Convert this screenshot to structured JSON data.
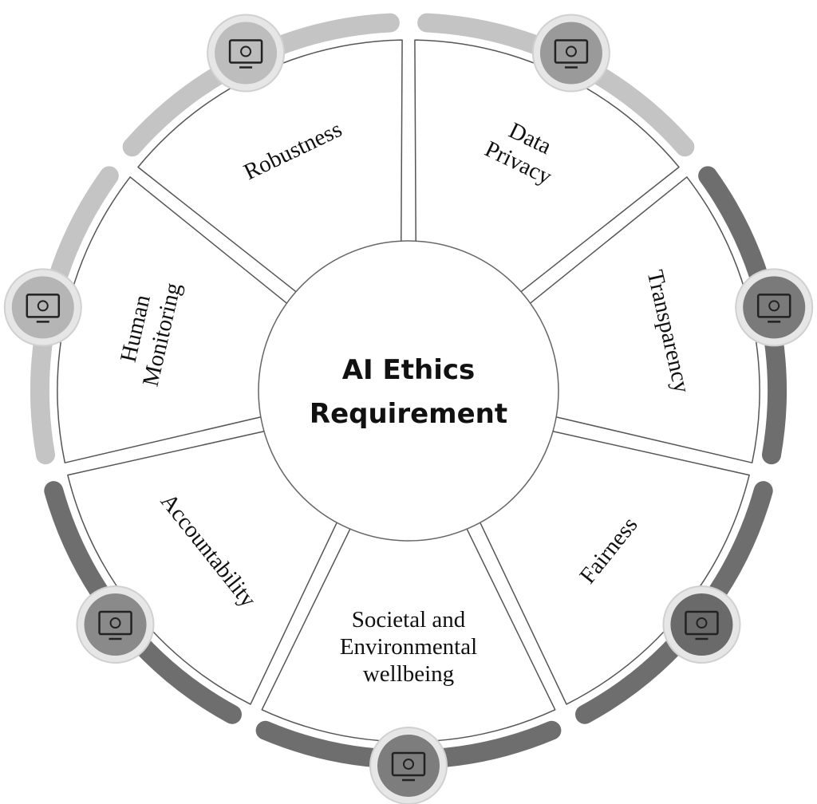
{
  "title": [
    "AI Ethics",
    "Requirement"
  ],
  "segments": [
    {
      "lines": [
        "Data",
        "Privacy"
      ],
      "icon": "data-privacy-lock-icon",
      "ring_color": "#c4c4c4",
      "icon_fill": "#9a9a9a"
    },
    {
      "lines": [
        "Transparency"
      ],
      "icon": "magnifier-document-icon",
      "ring_color": "#6e6e6e",
      "icon_fill": "#7a7a7a"
    },
    {
      "lines": [
        "Fairness"
      ],
      "icon": "scales-hand-icon",
      "ring_color": "#6e6e6e",
      "icon_fill": "#6a6a6a"
    },
    {
      "lines": [
        "Societal and",
        "Environmental",
        "wellbeing"
      ],
      "icon": "people-network-icon",
      "ring_color": "#6e6e6e",
      "icon_fill": "#7d7d7d"
    },
    {
      "lines": [
        "Accountability"
      ],
      "icon": "person-screen-icon",
      "ring_color": "#6e6e6e",
      "icon_fill": "#8a8a8a"
    },
    {
      "lines": [
        "Human",
        "Monitoring"
      ],
      "icon": "monitoring-screens-icon",
      "ring_color": "#c4c4c4",
      "icon_fill": "#b5b5b5"
    },
    {
      "lines": [
        "Robustness"
      ],
      "icon": "monitor-gears-icon",
      "ring_color": "#c4c4c4",
      "icon_fill": "#bdbdbd"
    }
  ]
}
